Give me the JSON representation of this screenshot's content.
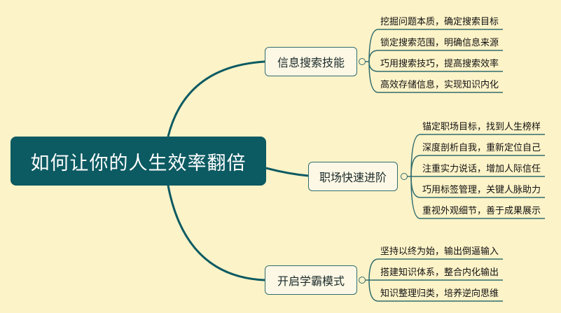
{
  "root": {
    "label": "如何让你的人生效率翻倍"
  },
  "branches": [
    {
      "label": "信息搜索技能",
      "items": [
        "挖掘问题本质，确定搜索目标",
        "锁定搜索范围，明确信息来源",
        "巧用搜索技巧，提高搜索效率",
        "高效存储信息，实现知识内化"
      ]
    },
    {
      "label": "职场快速进阶",
      "items": [
        "锚定职场目标，找到人生榜样",
        "深度剖析自我，重新定位自己",
        "注重实力说话，增加人际信任",
        "巧用标签管理，关键人脉助力",
        "重视外观细节，善于成果展示"
      ]
    },
    {
      "label": "开启学霸模式",
      "items": [
        "坚持以终为始，输出倒逼输入",
        "搭建知识体系，整合内化输出",
        "知识整理归类，培养逆向思维"
      ]
    }
  ],
  "colors": {
    "background": "#fdf3c8",
    "root_fill": "#0c5a62",
    "line": "#2f6c6e"
  }
}
